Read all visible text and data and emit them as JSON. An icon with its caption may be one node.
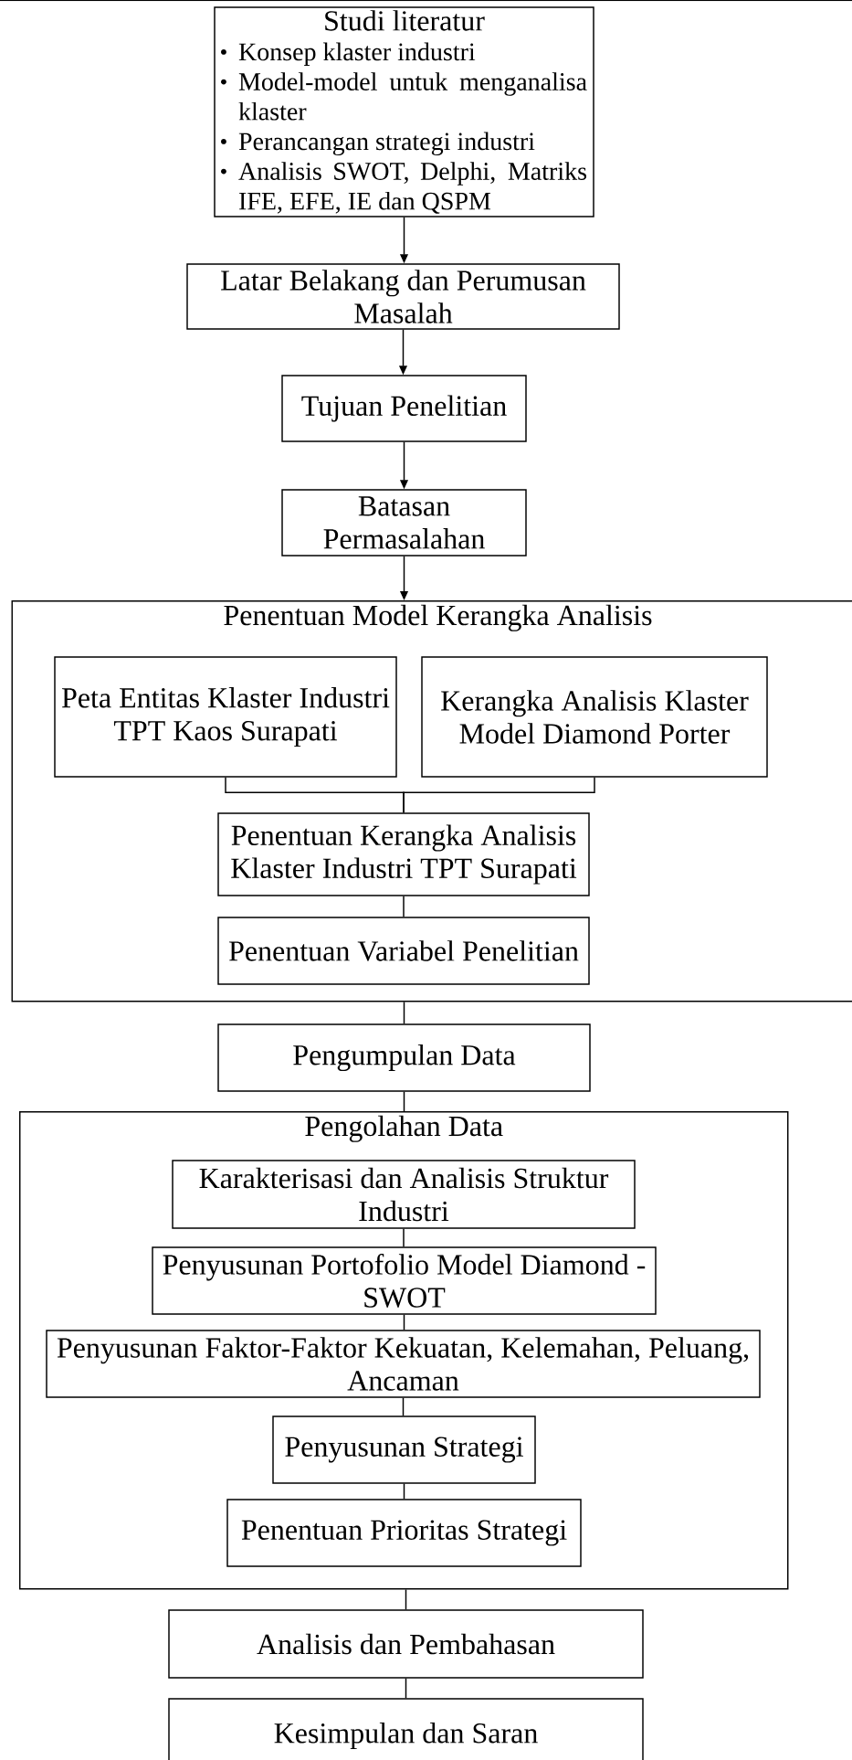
{
  "diagram": {
    "nodes": [
      {
        "text": [
          "Studi literatur",
          "Konsep klaster industri",
          "Model-model untuk menganalisa klaster",
          "Perancangan strategi industri",
          "Analisis SWOT, Delphi, Matriks IFE, EFE, IE dan QSPM"
        ]
      },
      {
        "text": [
          "Latar Belakang dan Perumusan Masalah"
        ]
      },
      {
        "text": [
          "Tujuan Penelitian"
        ]
      },
      {
        "text": [
          "Batasan Permasalahan"
        ]
      },
      {
        "text": [
          "Penentuan Model Kerangka Analisis"
        ]
      },
      {
        "text": [
          "Peta Entitas Klaster Industri TPT Kaos Surapati"
        ],
        "in": 4
      },
      {
        "text": [
          "Kerangka Analisis Klaster Model Diamond Porter"
        ],
        "in": 4
      },
      {
        "text": [
          "Penentuan Kerangka Analisis Klaster Industri TPT Surapati"
        ],
        "in": 4
      },
      {
        "text": [
          "Penentuan Variabel Penelitian"
        ],
        "in": 4
      },
      {
        "text": [
          "Pengumpulan Data"
        ]
      },
      {
        "text": [
          "Pengolahan Data"
        ]
      },
      {
        "text": [
          "Karakterisasi dan Analisis Struktur Industri"
        ],
        "in": 10
      },
      {
        "text": [
          "Penyusunan Portofolio Model Diamond - SWOT"
        ],
        "in": 10
      },
      {
        "text": [
          "Penyusunan Faktor-Faktor Kekuatan, Kelemahan, Peluang, Ancaman"
        ],
        "in": 10
      },
      {
        "text": [
          "Penyusunan Strategi"
        ],
        "in": 10
      },
      {
        "text": [
          "Penentuan Prioritas Strategi"
        ],
        "in": 10
      },
      {
        "text": [
          "Analisis dan Pembahasan"
        ]
      },
      {
        "text": [
          "Kesimpulan dan Saran"
        ]
      }
    ],
    "edges": [
      {
        "from": 0,
        "to": 1,
        "arrow": "to"
      },
      {
        "from": 1,
        "to": 2,
        "arrow": "to"
      },
      {
        "from": 2,
        "to": 3,
        "arrow": "to"
      },
      {
        "from": 3,
        "to": 4,
        "arrow": "to"
      },
      {
        "from": 5,
        "to": 7,
        "arrow": "none"
      },
      {
        "from": 6,
        "to": 7,
        "arrow": "none"
      },
      {
        "from": 7,
        "to": 8,
        "arrow": "none"
      },
      {
        "from": 4,
        "to": 9,
        "arrow": "none"
      },
      {
        "from": 9,
        "to": 10,
        "arrow": "none"
      },
      {
        "from": 11,
        "to": 12,
        "arrow": "none"
      },
      {
        "from": 12,
        "to": 13,
        "arrow": "none"
      },
      {
        "from": 13,
        "to": 14,
        "arrow": "none"
      },
      {
        "from": 14,
        "to": 15,
        "arrow": "none"
      },
      {
        "from": 10,
        "to": 16,
        "arrow": "none"
      },
      {
        "from": 16,
        "to": 17,
        "arrow": "none"
      }
    ]
  }
}
